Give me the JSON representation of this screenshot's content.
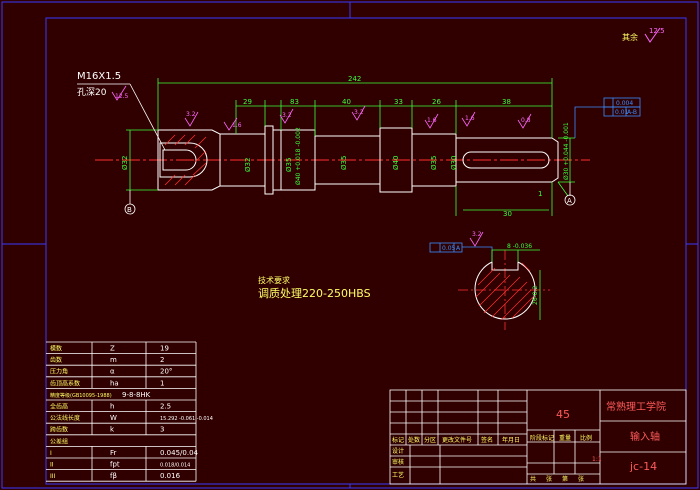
{
  "colors": {
    "background": "#300000",
    "frame": "#3a3aff",
    "outline": "#ffffff",
    "dimension": "#3cff3c",
    "center_line": "#ff3030",
    "hatch": "#ff3030",
    "text_white": "#ffffff",
    "text_yellow": "#ffff66",
    "text_red": "#ff5a5a",
    "text_magenta": "#ff66ff",
    "text_cyan": "#66ffff",
    "tolerance_box": "#3a8cff"
  },
  "corner_roughness": {
    "label": "其余",
    "value": "12.5"
  },
  "thread_note": {
    "line1": "M16X1.5",
    "line2": "孔深20",
    "roughness": "12.5"
  },
  "dimensions": {
    "overall_length": "242",
    "len_a": "29",
    "len_b": "83",
    "len_c": "40",
    "len_d": "33",
    "len_e": "26",
    "len_f": "38",
    "keyway_length": "30",
    "chamfer": "1",
    "dia_left": "Ø32",
    "dia_1": "Ø32",
    "dia_2": "Ø35",
    "dia_3": "Ø40 +0.018 -0.002",
    "dia_4": "Ø35",
    "dia_5": "Ø40",
    "dia_6": "Ø35",
    "dia_7": "Ø30",
    "dia_right": "Ø30 +0.044 -0.001"
  },
  "roughness_marks": [
    "3.2",
    "1.6",
    "3.2",
    "3.2",
    "1.6",
    "1.6",
    "0.8"
  ],
  "datum_labels": {
    "left": "B",
    "right": "A"
  },
  "tolerance_frame": {
    "row1_value": "0.004",
    "row2_value": "0.01",
    "row2_datum": "A-B"
  },
  "section": {
    "tolerance_value": "0.05",
    "tolerance_datum": "A",
    "roughness": "3.2",
    "key_width": "8 -0.036",
    "depth_dim": "26-0.2"
  },
  "tech_requirements": {
    "title": "技术要求",
    "line": "调质处理220-250HBS"
  },
  "gear_table": {
    "rows": [
      {
        "name": "模数",
        "symbol": "Z",
        "value": "19"
      },
      {
        "name": "齿数",
        "symbol": "m",
        "value": "2"
      },
      {
        "name": "压力角",
        "symbol": "α",
        "value": "20°"
      },
      {
        "name": "齿顶高系数",
        "symbol": "ha",
        "value": "1"
      },
      {
        "name": "精度等级(GB10095-1988)",
        "symbol": "",
        "value": "9-8-8HK"
      },
      {
        "name": "全齿高",
        "symbol": "h",
        "value": "2.5"
      },
      {
        "name": "公法线长度",
        "symbol": "W",
        "value": "15.292 -0.061 -0.014"
      },
      {
        "name": "跨齿数",
        "symbol": "k",
        "value": "3"
      },
      {
        "name": "公差组",
        "symbol": "",
        "value": ""
      },
      {
        "name": "I",
        "symbol": "Fr",
        "value": "0.045/0.04"
      },
      {
        "name": "II",
        "symbol": "fpt",
        "value": "0.018/0.014"
      },
      {
        "name": "III",
        "symbol": "fβ",
        "value": "0.016"
      }
    ]
  },
  "title_block": {
    "material": "45",
    "school": "常熟理工学院",
    "part_name": "输入轴",
    "drawing_no": "jc-14",
    "scale": "1:1",
    "headers": [
      "标记",
      "处数",
      "分区",
      "更改文件号",
      "签名",
      "年月日"
    ],
    "stage_labels": [
      "阶段标记",
      "重量",
      "比例"
    ],
    "design_label": "设计",
    "review_label": "审核",
    "craft_label": "工艺",
    "sheet_labels": [
      "共",
      "张",
      "第",
      "张"
    ]
  }
}
